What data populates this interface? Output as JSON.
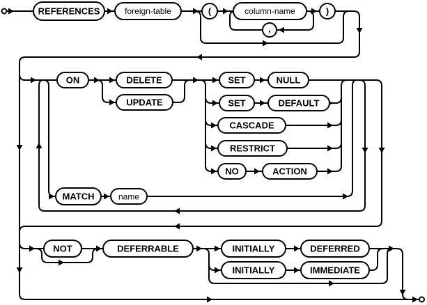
{
  "diagram": {
    "type": "railroad-syntax-diagram",
    "subject": "SQL REFERENCES (foreign key) clause",
    "colors": {
      "line": "#000000",
      "background": "#ffffff",
      "node_fill": "#ffffff",
      "text": "#000000"
    },
    "start_marker": "open-circle",
    "end_marker": "open-circle"
  },
  "nodes": {
    "references": "REFERENCES",
    "foreign_table": "foreign-table",
    "open_paren": "(",
    "column_name": "column-name",
    "close_paren": ")",
    "comma": ",",
    "on": "ON",
    "delete": "DELETE",
    "update": "UPDATE",
    "set": "SET",
    "null": "NULL",
    "default": "DEFAULT",
    "cascade": "CASCADE",
    "restrict": "RESTRICT",
    "no": "NO",
    "action": "ACTION",
    "match": "MATCH",
    "name": "name",
    "not": "NOT",
    "deferrable": "DEFERRABLE",
    "initially": "INITIALLY",
    "deferred": "DEFERRED",
    "immediate": "IMMEDIATE"
  }
}
